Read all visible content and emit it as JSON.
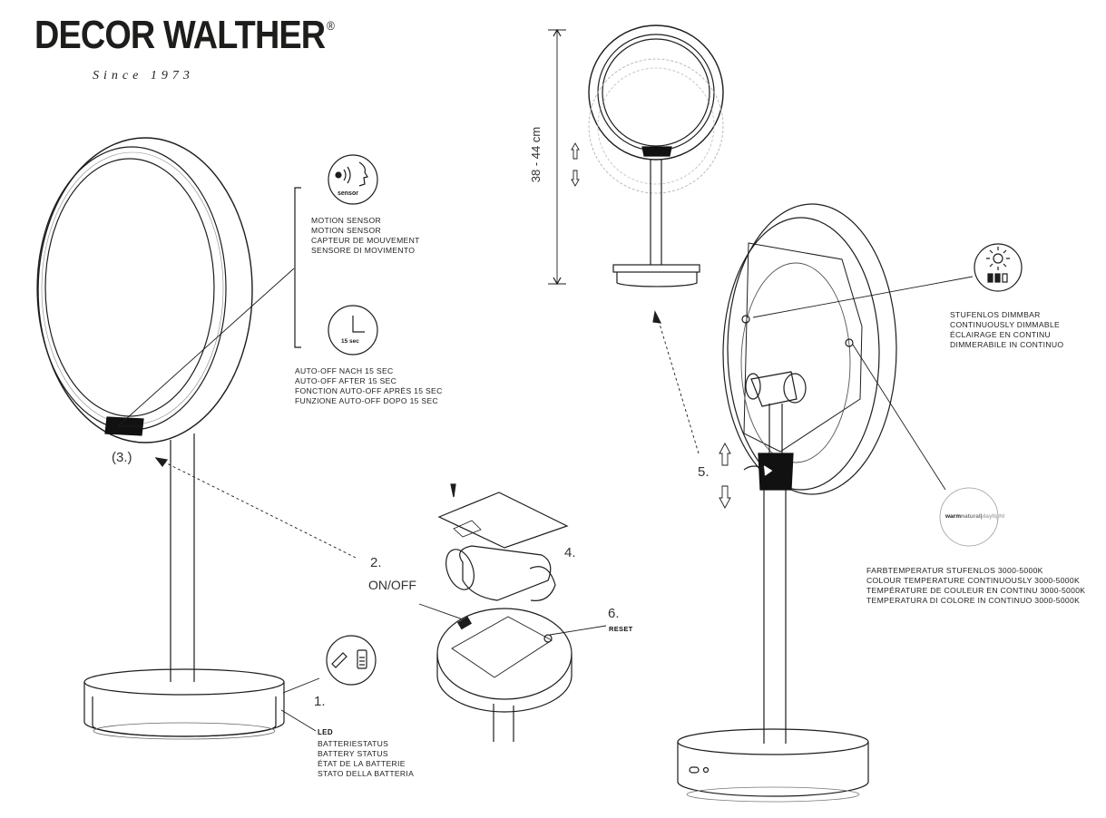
{
  "brand": {
    "name": "DECOR WALTHER",
    "mark": "®",
    "tagline": "Since 1973"
  },
  "sensor": {
    "icon_label": "sensor",
    "lines": [
      "MOTION SENSOR",
      "MOTION SENSOR",
      "CAPTEUR DE MOUVEMENT",
      "SENSORE DI MOVIMENTO"
    ]
  },
  "auto_off": {
    "icon_label": "15 sec",
    "lines": [
      "AUTO-OFF NACH 15 SEC",
      "AUTO-OFF AFTER 15 SEC",
      "FONCTION AUTO-OFF APRÈS 15 SEC",
      "FUNZIONE AUTO-OFF DOPO 15 SEC"
    ]
  },
  "steps": {
    "s1": "1.",
    "s2": "2.",
    "s2_label": "ON/OFF",
    "s3": "(3.)",
    "s4": "4.",
    "s5": "5.",
    "s6": "6.",
    "s6_label": "RESET"
  },
  "battery": {
    "led_label": "LED",
    "lines": [
      "BATTERIESTATUS",
      "BATTERY STATUS",
      "ÉTAT DE LA BATTERIE",
      "STATO DELLA BATTERIA"
    ]
  },
  "height": {
    "label": "38 - 44 cm"
  },
  "dimming": {
    "lines": [
      "STUFENLOS DIMMBAR",
      "CONTINUOUSLY DIMMABLE",
      "ÉCLAIRAGE EN CONTINU",
      "DIMMERABILE IN CONTINUO"
    ]
  },
  "color_temp": {
    "scale": [
      "warm",
      "natural",
      "daylight"
    ],
    "lines": [
      "FARBTEMPERATUR STUFENLOS 3000-5000K",
      "COLOUR TEMPERATURE CONTINUOUSLY 3000-5000K",
      "TEMPÉRATURE DE COULEUR EN CONTINU 3000-5000K",
      "TEMPERATURA DI COLORE IN CONTINUO 3000-5000K"
    ]
  }
}
